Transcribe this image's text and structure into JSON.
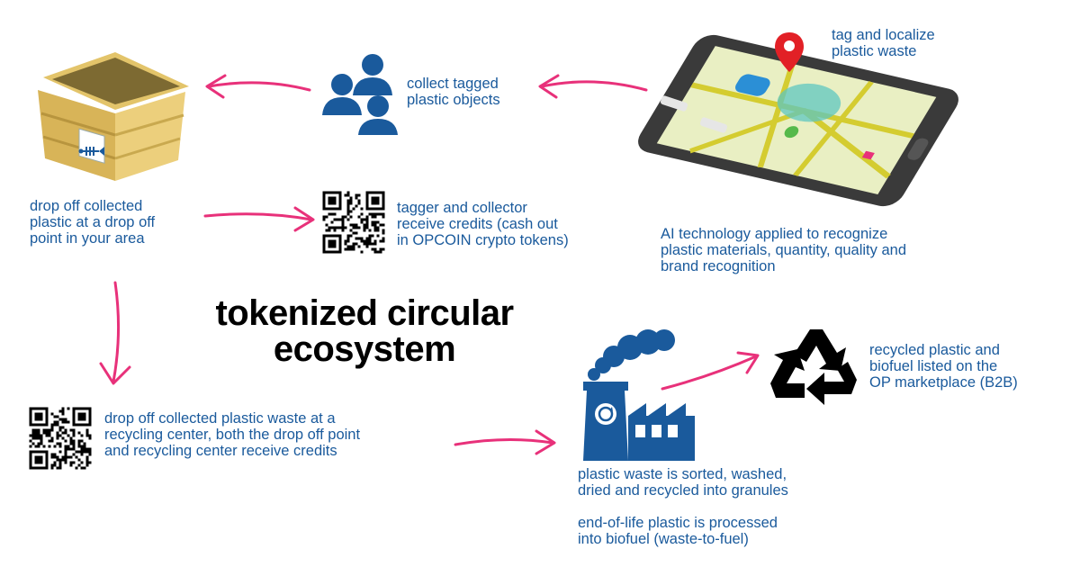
{
  "title": "tokenized circular\necosystem",
  "labels": {
    "tag_localize": "tag and localize\nplastic waste",
    "collect_tagged": "collect tagged\nplastic objects",
    "drop_off_point": "drop off collected\nplastic at a drop off\npoint in your area",
    "credits": "tagger and collector\nreceive credits (cash out\nin OPCOIN crypto tokens)",
    "ai_tech": "AI technology applied to recognize\nplastic materials, quantity, quality and\nbrand recognition",
    "recycling_center": "drop off collected plastic waste at a\nrecycling center, both the drop off point\nand recycling center receive credits",
    "sorted": "plastic waste is sorted, washed,\ndried and recycled into granules",
    "biofuel": "end-of-life plastic is processed\ninto biofuel (waste-to-fuel)",
    "marketplace": "recycled plastic and\nbiofuel listed on the\nOP marketplace (B2B)"
  },
  "colors": {
    "text": "#1a5a9c",
    "icon": "#1a5a9c",
    "arrow": "#e8317a",
    "pin": "#e22026"
  },
  "icons": [
    "dumpster-icon",
    "people-icon",
    "smartphone-map-icon",
    "location-pin-icon",
    "qr-code-icon",
    "factory-icon",
    "recycle-icon"
  ]
}
